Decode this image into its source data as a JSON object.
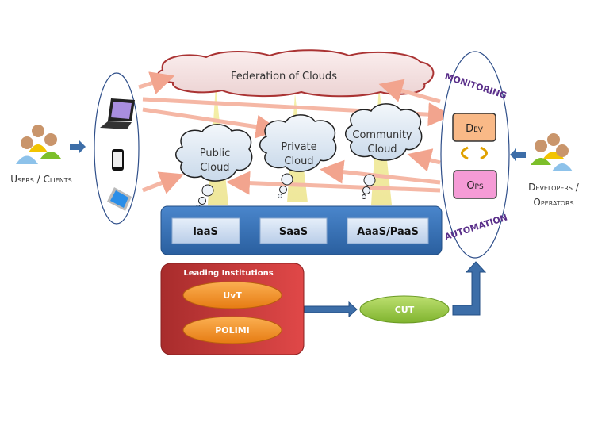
{
  "users": {
    "label": "Users / Clients"
  },
  "developers": {
    "line1": "Developers /",
    "line2": "Operators"
  },
  "federation": {
    "label": "Federation of Clouds"
  },
  "clouds": [
    {
      "line1": "Public",
      "line2": "Cloud"
    },
    {
      "line1": "Private",
      "line2": "Cloud"
    },
    {
      "line1": "Community",
      "line2": "Cloud"
    }
  ],
  "services": [
    "IaaS",
    "SaaS",
    "AaaS/PaaS"
  ],
  "devops": {
    "dev": "Dev",
    "ops": "Ops",
    "top_label": "MONITORING",
    "bottom_label": "AUTOMATION"
  },
  "institutions": {
    "title": "Leading Institutions",
    "items": [
      "UvT",
      "POLIMI"
    ]
  },
  "cut": {
    "label": "CUT"
  },
  "devices": [
    "laptop-icon",
    "smartphone-icon",
    "tablet-icon"
  ],
  "colors": {
    "dev": "#f9b987",
    "ops": "#f59bd6",
    "service_panel": "#2f6fb8",
    "institutions": "#c83a3a",
    "orange_pill": "#f7962f",
    "cut": "#9ccc48",
    "arrow": "#3d6ea8",
    "link_arrow": "#f5b7a5"
  }
}
